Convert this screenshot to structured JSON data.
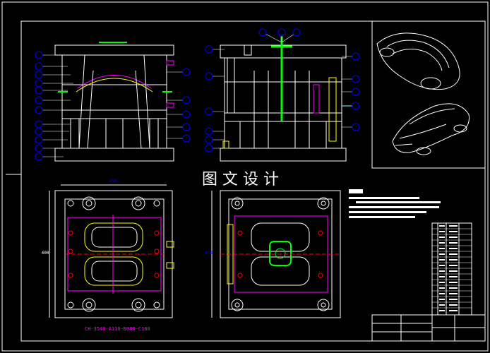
{
  "drawing": {
    "title": "图文设计",
    "mold_code": "CH-3540-A110-B080-C180",
    "notes_heading": "技术要求",
    "notes": [
      "1.模具使用PVC或ABS等合模产生，尺寸公差为0.05mm",
      "2.顶出系统动作要灵活可靠，尺寸无误",
      "3.各紧固零件，必须按照规范安装，不得松动"
    ],
    "dim_width": "450",
    "dim_height": "450",
    "dim_left": "400"
  },
  "colors": {
    "background": "#000000",
    "line": "#ffffff",
    "callout": "#0000ff",
    "accent_green": "#00ff00",
    "accent_magenta": "#ff00ff",
    "accent_yellow": "#ffff00",
    "accent_red": "#ff0000",
    "accent_cyan": "#00ffff"
  }
}
